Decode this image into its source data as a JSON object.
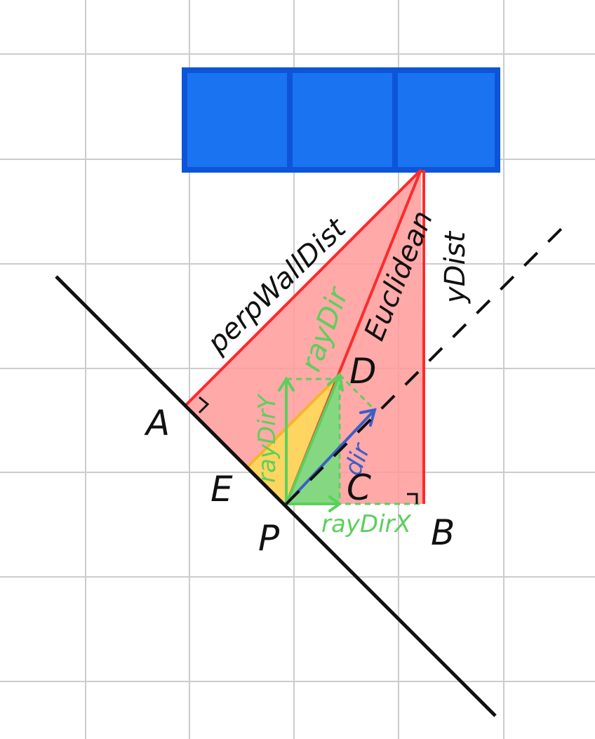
{
  "colors": {
    "background": "#ffffff",
    "grid": "#cccccc",
    "wall_block": "#1a73f0",
    "wall_block_edge": "#0d55d8",
    "triangle_fill": "#ff9a9a",
    "red_line": "#ff2a2a",
    "green": "#5ccf5c",
    "green_fill": "#7fd97f",
    "yellow_fill": "#ffd95a",
    "blue_vector": "#3a5fc8",
    "black": "#111111"
  },
  "icons": {
    "right_angle_A": "right-angle-marker",
    "right_angle_B": "right-angle-marker",
    "dir_arrow": "arrow",
    "ray_arrow": "arrow"
  },
  "labels": {
    "perp_wall_dist": "perpWallDist",
    "euclidean": "Euclidean",
    "y_dist": "yDist",
    "ray_dir": "rayDir",
    "ray_dir_y": "rayDirY",
    "ray_dir_x": "rayDirX",
    "dir": "dir"
  },
  "points": {
    "A": "A",
    "B": "B",
    "C": "C",
    "D": "D",
    "E": "E",
    "P": "P"
  }
}
